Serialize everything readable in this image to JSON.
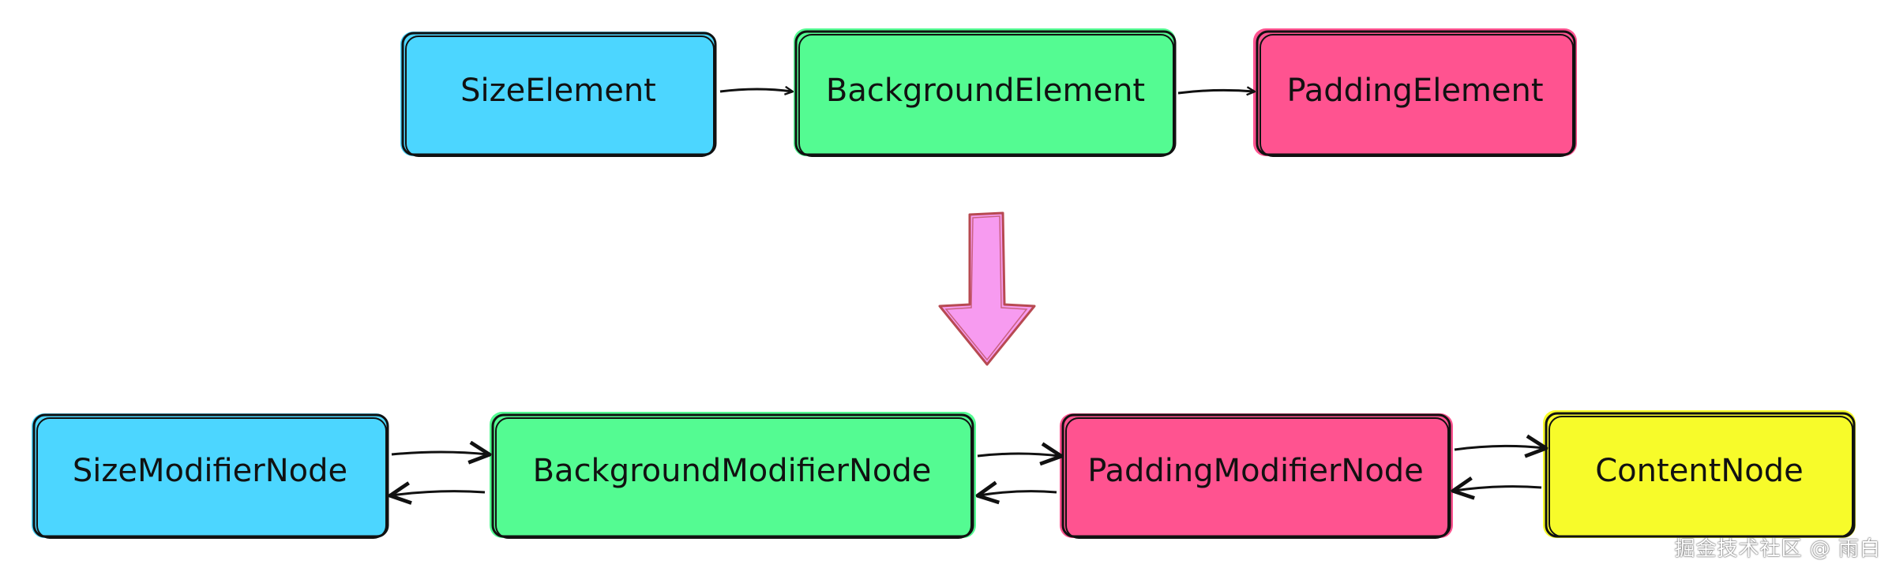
{
  "colors": {
    "blue": "#4CD6FF",
    "green": "#54FB92",
    "pink": "#FF5390",
    "yellow": "#F7FB2A",
    "arrow_fill": "#F79BF0",
    "arrow_stroke": "#B84A52",
    "stroke": "#111111"
  },
  "elements": {
    "size": {
      "label": "SizeElement"
    },
    "background": {
      "label": "BackgroundElement"
    },
    "padding": {
      "label": "PaddingElement"
    }
  },
  "nodes": {
    "size": {
      "label": "SizeModifierNode"
    },
    "background": {
      "label": "BackgroundModifierNode"
    },
    "padding": {
      "label": "PaddingModifierNode"
    },
    "content": {
      "label": "ContentNode"
    }
  },
  "watermark": "掘金技术社区 @ 雨白"
}
